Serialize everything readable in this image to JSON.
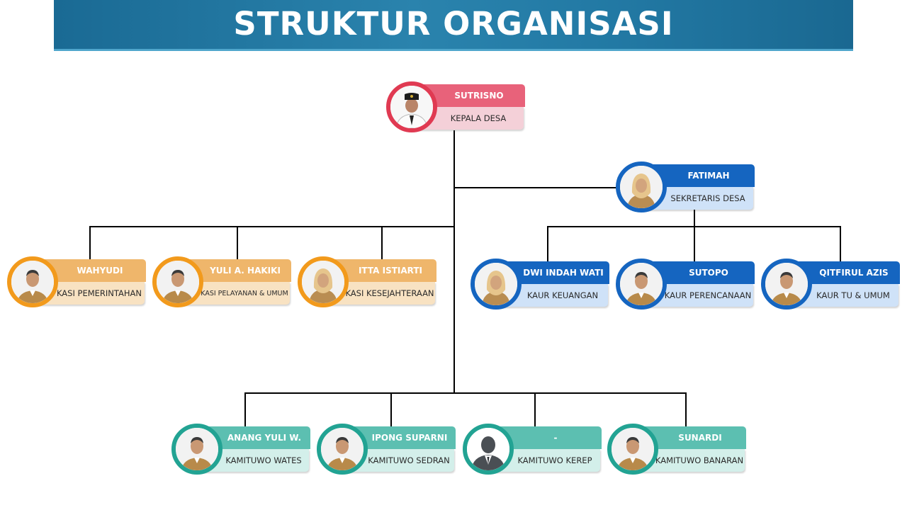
{
  "header": {
    "title": "STRUKTUR ORGANISASI",
    "bg_color": "#2279a4"
  },
  "colors": {
    "kepala": "#e03a52",
    "sekretaris": "#1565c0",
    "kasi": "#f29a1c",
    "kamituwo": "#22a393",
    "line": "#000000"
  },
  "head": {
    "name": "SUTRISNO",
    "role": "KEPALA DESA",
    "avatar_icon": "person-official-icon"
  },
  "secretary": {
    "name": "FATIMAH",
    "role": "SEKRETARIS DESA",
    "avatar_icon": "person-hijab-icon"
  },
  "kasi": [
    {
      "name": "WAHYUDI",
      "role": "KASI PEMERINTAHAN",
      "avatar_icon": "person-icon"
    },
    {
      "name": "YULI A. HAKIKI",
      "role": "KASI PELAYANAN & UMUM",
      "avatar_icon": "person-icon"
    },
    {
      "name": "ITTA ISTIARTI",
      "role": "KASI KESEJAHTERAAN",
      "avatar_icon": "person-hijab-icon"
    }
  ],
  "kaur": [
    {
      "name": "DWI INDAH WATI",
      "role": "KAUR KEUANGAN",
      "avatar_icon": "person-hijab-icon"
    },
    {
      "name": "SUTOPO",
      "role": "KAUR PERENCANAAN",
      "avatar_icon": "person-icon"
    },
    {
      "name": "QITFIRUL AZIS",
      "role": "KAUR TU & UMUM",
      "avatar_icon": "person-icon"
    }
  ],
  "kamituwo": [
    {
      "name": "ANANG YULI W.",
      "role": "KAMITUWO WATES",
      "avatar_icon": "person-icon"
    },
    {
      "name": "IPONG SUPARNI",
      "role": "KAMITUWO SEDRAN",
      "avatar_icon": "person-icon"
    },
    {
      "name": "-",
      "role": "KAMITUWO KEREP",
      "avatar_icon": "person-silhouette-icon"
    },
    {
      "name": "SUNARDI",
      "role": "KAMITUWO BANARAN",
      "avatar_icon": "person-icon"
    }
  ]
}
